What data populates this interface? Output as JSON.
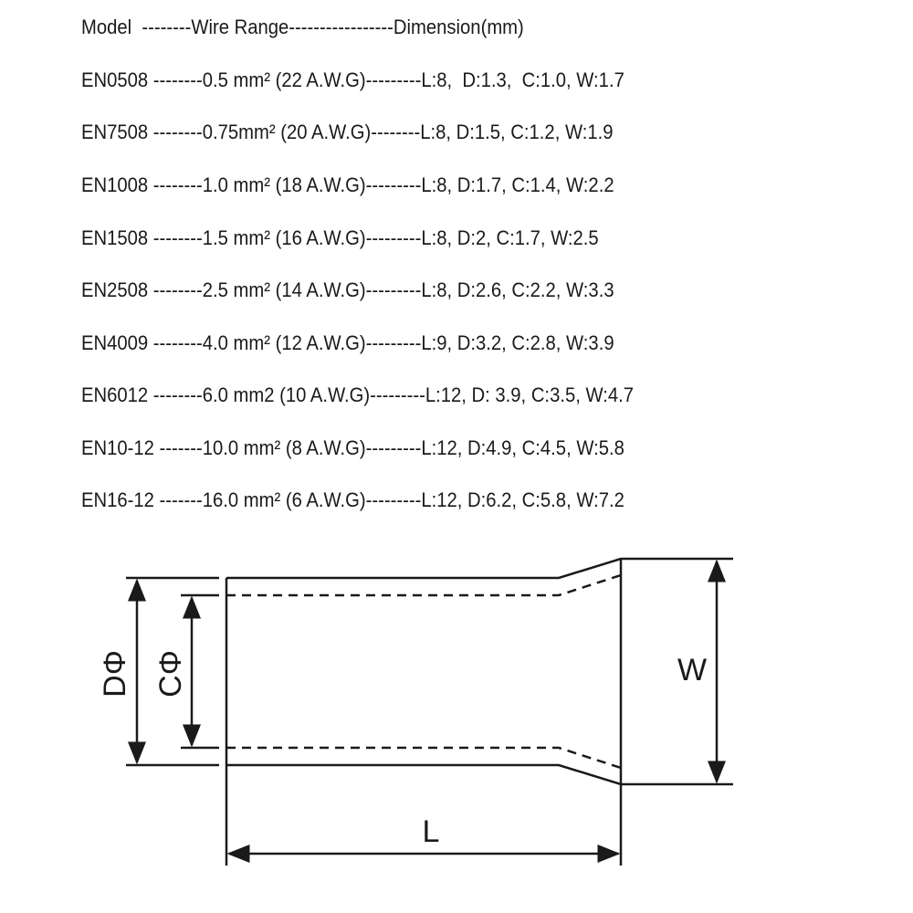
{
  "header": "Model  --------Wire Range-----------------Dimension(mm)",
  "rows": [
    "EN0508 --------0.5 mm² (22 A.W.G)---------L:8,  D:1.3,  C:1.0, W:1.7",
    "EN7508 --------0.75mm² (20 A.W.G)--------L:8, D:1.5, C:1.2, W:1.9",
    "EN1008 --------1.0 mm² (18 A.W.G)---------L:8, D:1.7, C:1.4, W:2.2",
    "EN1508 --------1.5 mm² (16 A.W.G)---------L:8, D:2, C:1.7, W:2.5",
    "EN2508 --------2.5 mm² (14 A.W.G)---------L:8, D:2.6, C:2.2, W:3.3",
    "EN4009 --------4.0 mm² (12 A.W.G)---------L:9, D:3.2, C:2.8, W:3.9",
    "EN6012 --------6.0 mm2 (10 A.W.G)---------L:12, D: 3.9, C:3.5, W:4.7",
    "EN10-12 -------10.0 mm² (8 A.W.G)---------L:12, D:4.9, C:4.5, W:5.8",
    "EN16-12 -------16.0 mm² (6 A.W.G)---------L:12, D:6.2, C:5.8, W:7.2"
  ],
  "diagram": {
    "label_d": "DΦ",
    "label_c": "CΦ",
    "label_w": "W",
    "label_l": "L"
  }
}
